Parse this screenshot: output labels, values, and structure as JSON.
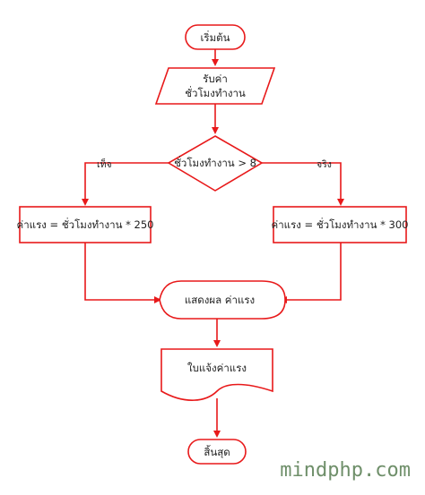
{
  "flowchart": {
    "start": "เริ่มต้น",
    "input_line1": "รับค่า",
    "input_line2": "ชั่วโมงทำงาน",
    "decision": "ชั่วโมงทำงาน > 8",
    "branch_false": "เท็จ",
    "branch_true": "จริง",
    "process_false": "ค่าแรง = ชั่วโมงทำงาน * 250",
    "process_true": "ค่าแรง = ชั่วโมงทำงาน * 300",
    "display": "แสดงผล ค่าแรง",
    "document": "ใบแจ้งค่าแรง",
    "end": "สิ้นสุด"
  },
  "watermark": "mindphp.com",
  "colors": {
    "stroke": "#e8191a",
    "text": "#222222",
    "watermark": "#6f8f6a"
  }
}
